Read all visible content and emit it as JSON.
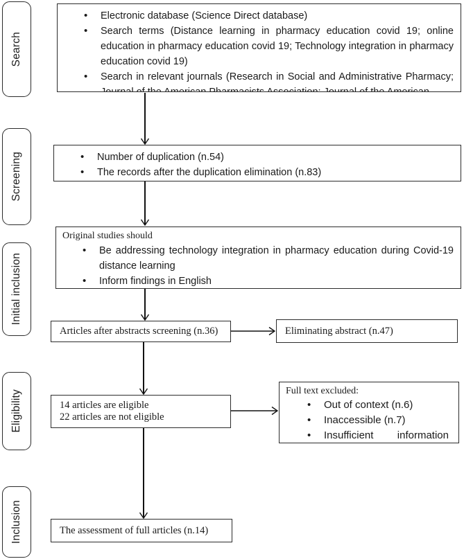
{
  "sidebar": {
    "stages": [
      {
        "label": "Search"
      },
      {
        "label": "Screening"
      },
      {
        "label": "Initial inclusion"
      },
      {
        "label": "Eligibility"
      },
      {
        "label": "Inclusion"
      }
    ]
  },
  "flow": {
    "search_box": {
      "bullets": [
        "Electronic database (Science Direct database)",
        "Search terms (Distance learning in pharmacy education covid 19; online education in pharmacy education covid 19; Technology integration in pharmacy education covid 19)",
        "Search in relevant journals (Research in Social and Administrative Pharmacy; Journal of the American Pharmacists Association; Journal of the American"
      ]
    },
    "screening_box": {
      "bullets": [
        "Number of duplication (n.54)",
        "The records after the duplication elimination (n.83)"
      ]
    },
    "initial_inclusion_box": {
      "heading": "Original studies should",
      "bullets": [
        "Be addressing technology integration in pharmacy education during Covid-19 distance learning",
        "Inform findings in English"
      ]
    },
    "abstract_screening_box": {
      "text": "Articles after abstracts screening (n.36)"
    },
    "eliminating_abstract_box": {
      "text": "Eliminating abstract (n.47)"
    },
    "eligibility_box": {
      "lines": [
        "14 articles are eligible",
        "22 articles are not eligible"
      ]
    },
    "full_text_excluded_box": {
      "heading": "Full text excluded:",
      "bullets": [
        "Out of context (n.6)",
        "Inaccessible (n.7)",
        "Insufficient information"
      ]
    },
    "inclusion_box": {
      "text": "The assessment of full articles (n.14)"
    }
  },
  "colors": {
    "border": "#2b2b2b",
    "text": "#1a1a1a",
    "background": "#ffffff"
  }
}
